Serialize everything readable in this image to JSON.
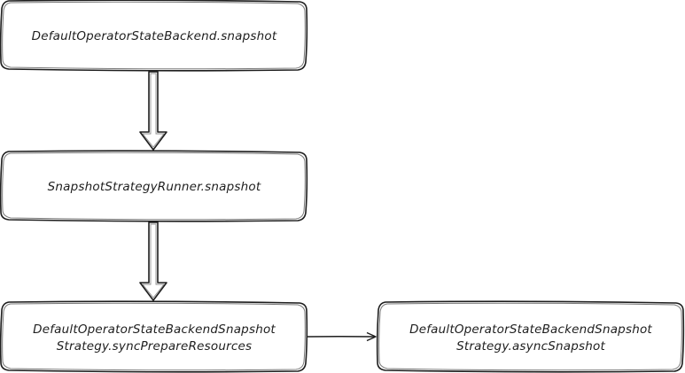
{
  "colors": {
    "stroke": "#1e1e1e",
    "background": "#ffffff"
  },
  "nodes": [
    {
      "id": "n1",
      "lines": [
        "DefaultOperatorStateBackend.snapshot"
      ]
    },
    {
      "id": "n2",
      "lines": [
        "SnapshotStrategyRunner.snapshot"
      ]
    },
    {
      "id": "n3",
      "lines": [
        "DefaultOperatorStateBackendSnapshot",
        "Strategy.syncPrepareResources"
      ]
    },
    {
      "id": "n4",
      "lines": [
        "DefaultOperatorStateBackendSnapshot",
        "Strategy.asyncSnapshot"
      ]
    }
  ],
  "edges": [
    {
      "from": "n1",
      "to": "n2",
      "style": "block-arrow"
    },
    {
      "from": "n2",
      "to": "n3",
      "style": "block-arrow"
    },
    {
      "from": "n3",
      "to": "n4",
      "style": "line-arrow"
    }
  ]
}
